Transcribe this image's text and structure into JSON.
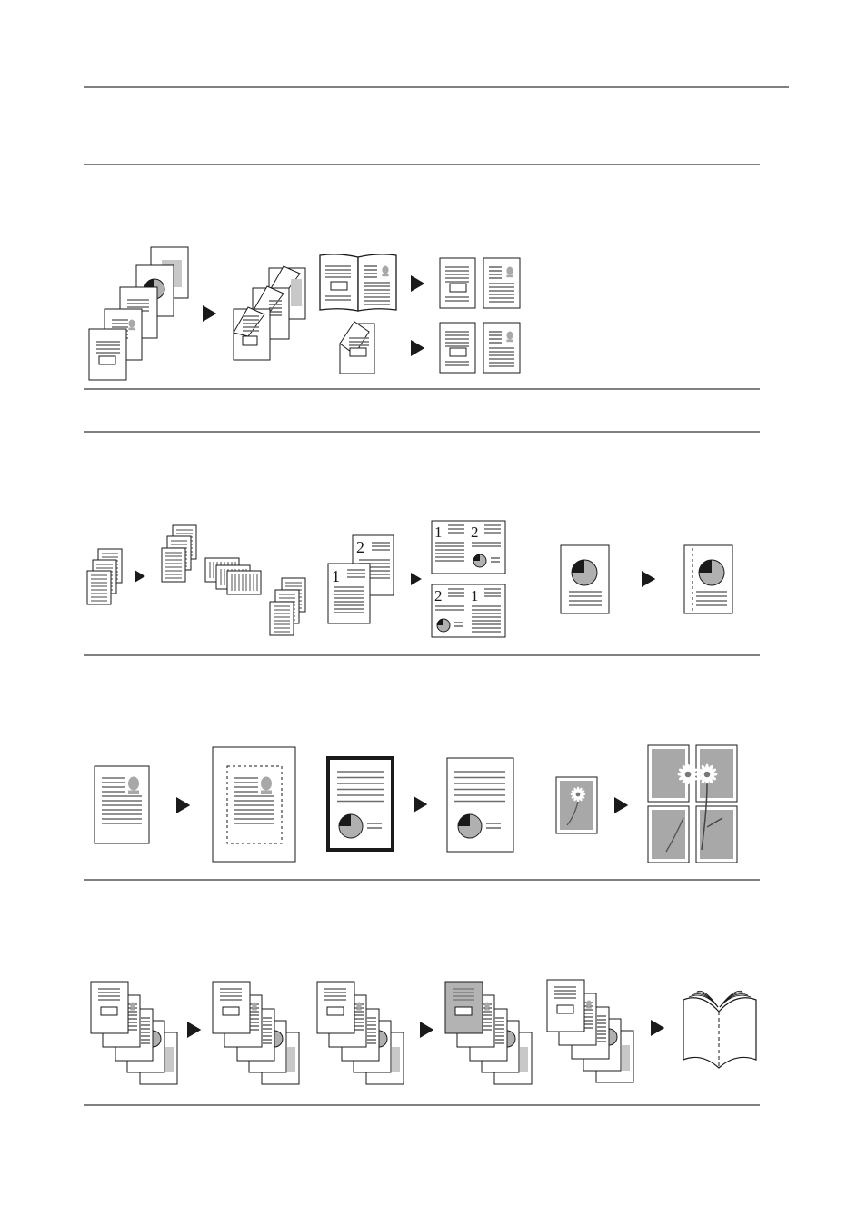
{
  "page": {
    "background": "#ffffff"
  },
  "colors": {
    "ink": "#1a1a1a",
    "text_line": "#6e6e6e",
    "gray_fill": "#b0b0b0",
    "photo_gray": "#a8a8a8",
    "rule": "#000000"
  },
  "page_numbers": {
    "two_sided_left": "1",
    "two_sided_right": "2",
    "layout_a_left": "1",
    "layout_a_right": "2",
    "layout_b_left": "2",
    "layout_b_right": "1"
  },
  "illustrations": [
    {
      "row": 1,
      "icons": [
        "document-stack-icon",
        "arrow-icon",
        "folded-duplex-stack-icon",
        "open-book-icon",
        "split-pages-icon",
        "folded-page-icon",
        "split-pages-icon"
      ]
    },
    {
      "row": 2,
      "icons": [
        "sort-input-stack-icon",
        "arrow-icon",
        "sorted-sets-icon",
        "two-page-originals-icon",
        "arrow-icon",
        "combine-layout-icon",
        "margin-original-icon",
        "arrow-icon",
        "margin-output-icon"
      ]
    },
    {
      "row": 3,
      "icons": [
        "border-original-icon",
        "arrow-icon",
        "border-erase-output-icon",
        "dark-border-page-icon",
        "arrow-icon",
        "border-erased-page-icon",
        "flower-photo-icon",
        "arrow-icon",
        "poster-tiles-icon"
      ]
    },
    {
      "row": 4,
      "icons": [
        "cover-stack-icon",
        "arrow-icon",
        "cover-output-icon",
        "insert-stack-icon",
        "arrow-icon",
        "gray-insert-stack-icon",
        "booklet-stack-icon",
        "arrow-icon",
        "booklet-icon"
      ]
    }
  ]
}
